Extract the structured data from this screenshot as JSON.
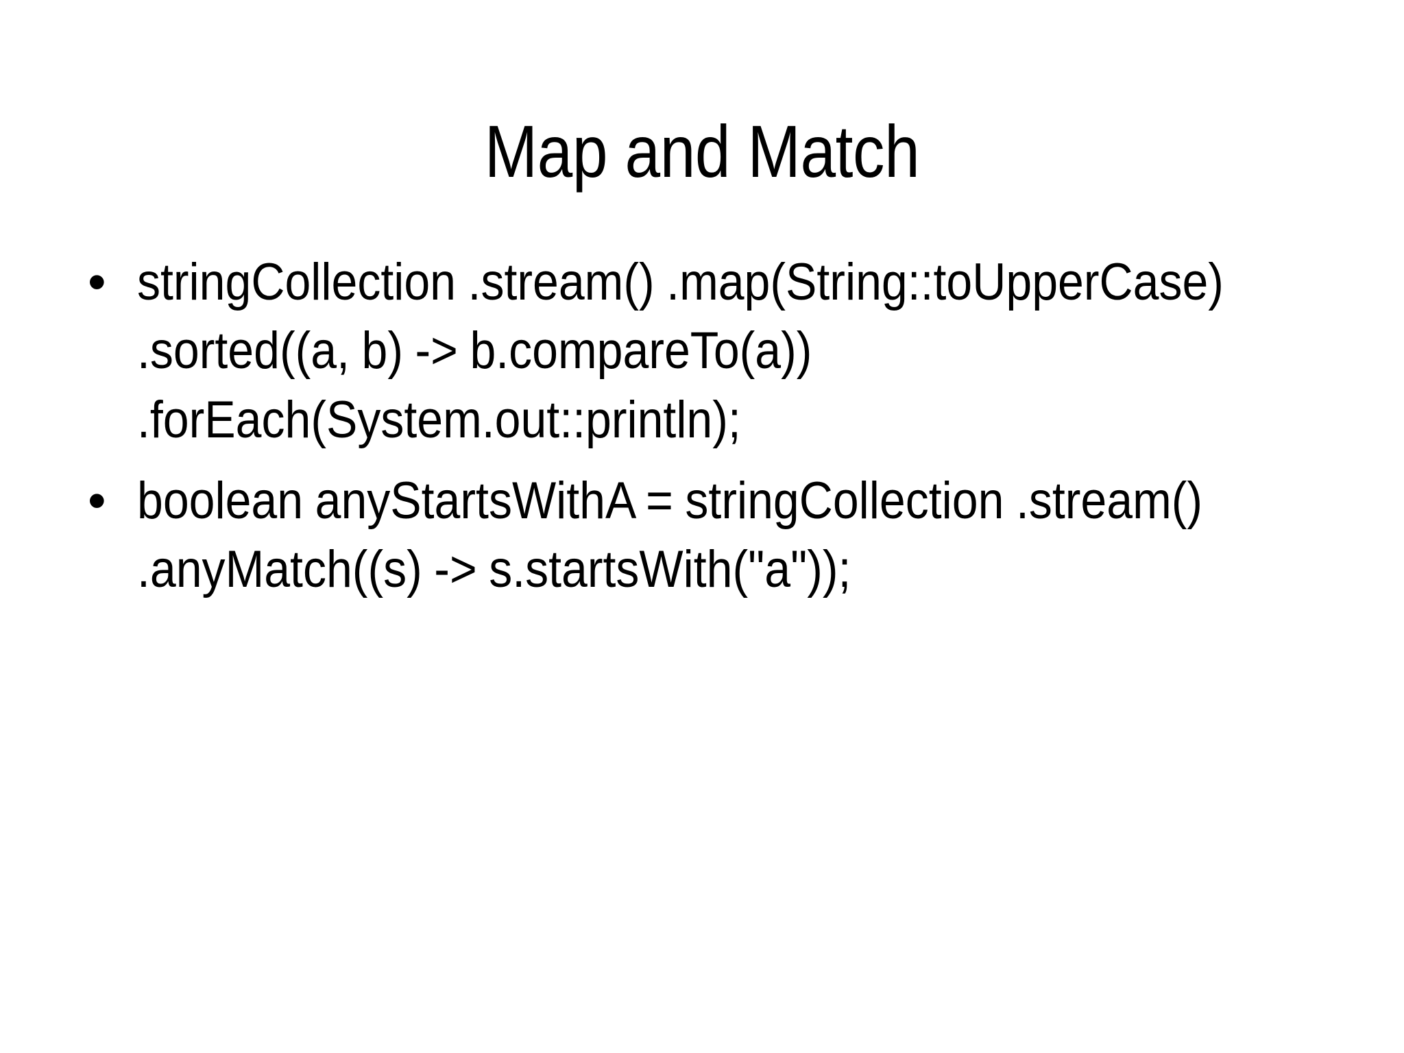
{
  "slide": {
    "title": "Map and Match",
    "background_color": "#FFFFFF",
    "text_color": "#000000",
    "bullet_glyph": "•",
    "bullets": [
      {
        "text": "stringCollection .stream() .map(String::toUpperCase) .sorted((a, b) -> b.compareTo(a)) .forEach(System.out::println);"
      },
      {
        "text": "boolean anyStartsWithA = stringCollection .stream() .anyMatch((s) -> s.startsWith(\"a\"));"
      }
    ]
  }
}
